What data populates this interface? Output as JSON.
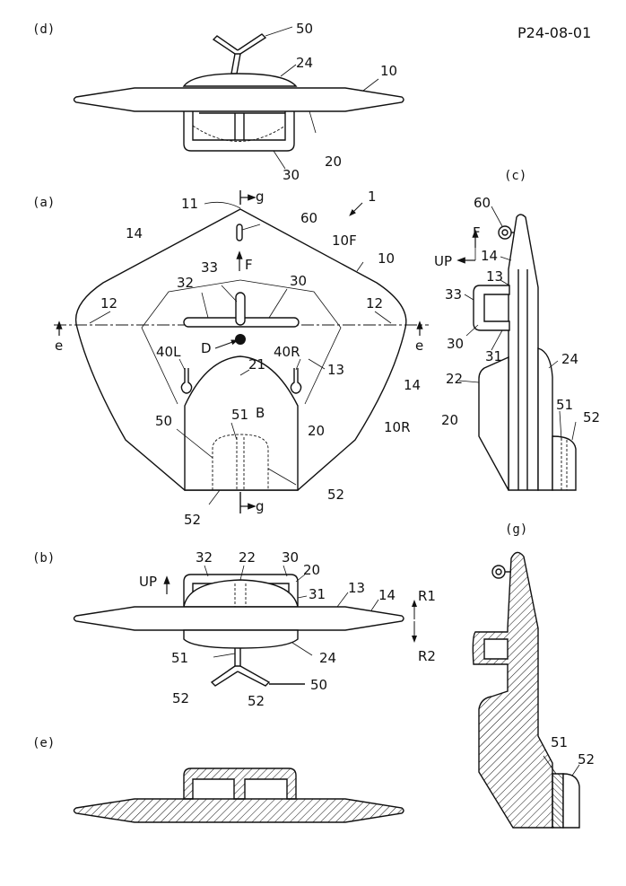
{
  "header": {
    "code": "P24-08-01"
  },
  "figures": {
    "d": {
      "caption": "(d)",
      "labels": {
        "l50": "50",
        "l24": "24",
        "l10": "10",
        "l20": "20",
        "l30": "30"
      }
    },
    "a": {
      "caption": "(a)",
      "labels": {
        "l11": "11",
        "g_top": "g",
        "l1": "1",
        "l60": "60",
        "l10F": "10F",
        "l14a": "14",
        "l10": "10",
        "lF": "F",
        "l33": "33",
        "l32": "32",
        "l30": "30",
        "l12L": "12",
        "l12R": "12",
        "e_left": "e",
        "e_right": "e",
        "l40L": "40L",
        "l40R": "40R",
        "lD": "D",
        "l21": "21",
        "l13": "13",
        "l14b": "14",
        "lB": "B",
        "l10R": "10R",
        "l51": "51",
        "l50": "50",
        "l20": "20",
        "l52a": "52",
        "l52b": "52",
        "g_bottom": "g"
      }
    },
    "c": {
      "caption": "(c)",
      "labels": {
        "l60": "60",
        "lF": "F",
        "lUP": "UP",
        "l14": "14",
        "l13": "13",
        "l33": "33",
        "l30": "30",
        "l31": "31",
        "l24": "24",
        "l22": "22",
        "l20": "20",
        "l51": "51",
        "l52": "52"
      }
    },
    "b": {
      "caption": "(b)",
      "labels": {
        "l32": "32",
        "l22": "22",
        "l30": "30",
        "l20": "20",
        "lUP": "UP",
        "l31": "31",
        "l13": "13",
        "l14": "14",
        "lR1": "R1",
        "lR2": "R2",
        "l51": "51",
        "l24": "24",
        "l52a": "52",
        "l52b": "52",
        "l50": "50"
      }
    },
    "g": {
      "caption": "(g)",
      "labels": {
        "l51": "51",
        "l52": "52"
      }
    },
    "e": {
      "caption": "(e)"
    }
  }
}
